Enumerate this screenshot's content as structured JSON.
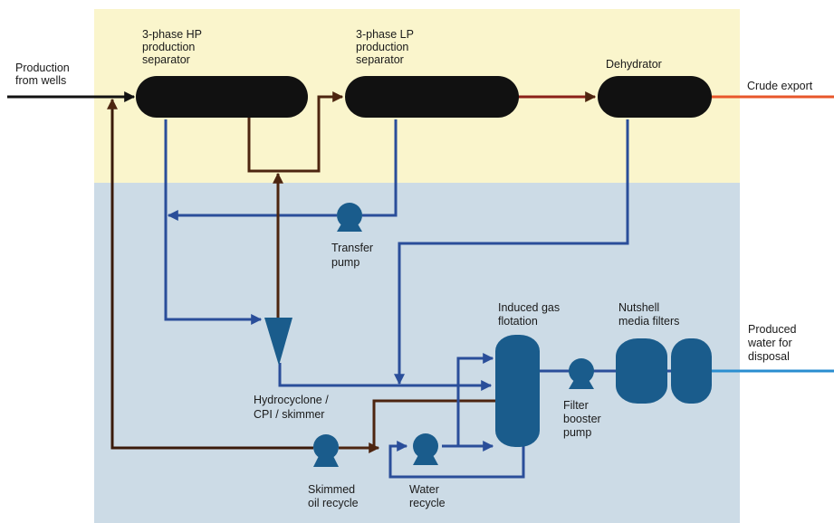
{
  "zones": {
    "oil_color": "#faf5cc",
    "water_color": "#ccdbe6"
  },
  "colors": {
    "oil": "#4d2510",
    "oil_dark": "#3a1a0a",
    "red": "#8b2018",
    "export_orange": "#e8562a",
    "water": "#2a4e9a",
    "water_light": "#2a8ed0",
    "vessel_black": "#111111",
    "equipment_blue": "#1a5c8c",
    "inlet_black": "#111111"
  },
  "labels": {
    "production_from_wells": [
      "Production",
      "from wells"
    ],
    "hp_separator": [
      "3-phase HP",
      "production",
      "separator"
    ],
    "lp_separator": [
      "3-phase LP",
      "production",
      "separator"
    ],
    "dehydrator": [
      "Dehydrator"
    ],
    "crude_export": [
      "Crude export"
    ],
    "transfer_pump": [
      "Transfer",
      "pump"
    ],
    "hydrocyclone": [
      "Hydrocyclone /",
      "CPI / skimmer"
    ],
    "igf": [
      "Induced gas",
      "flotation"
    ],
    "nutshell": [
      "Nutshell",
      "media filters"
    ],
    "produced_water": [
      "Produced",
      "water for",
      "disposal"
    ],
    "filter_booster_pump": [
      "Filter",
      "booster",
      "pump"
    ],
    "skimmed_oil_recycle": [
      "Skimmed",
      "oil recycle"
    ],
    "water_recycle": [
      "Water",
      "recycle"
    ]
  },
  "icons": [
    "pump-icon",
    "vessel-icon",
    "hydrocyclone-icon",
    "filter-icon",
    "arrow-icon"
  ]
}
